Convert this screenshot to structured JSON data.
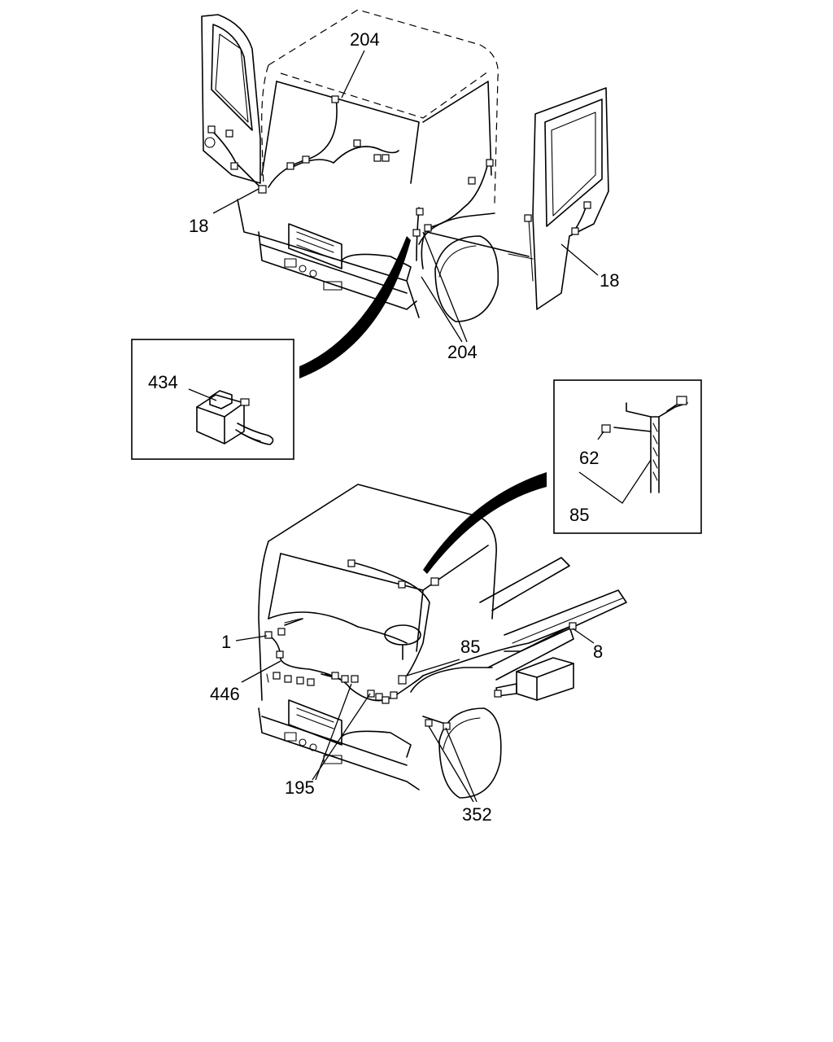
{
  "callouts": {
    "top_harness_204_a": "204",
    "top_harness_204_b": "204",
    "top_door_18_left": "18",
    "top_door_18_right": "18",
    "inset_connector_434": "434",
    "inset_clip_62": "62",
    "inset_harness_85": "85",
    "bottom_dash_harness_1": "1",
    "bottom_harness_85": "85",
    "bottom_chassis_8": "8",
    "bottom_harness_446": "446",
    "bottom_harness_195": "195",
    "bottom_harness_352": "352"
  }
}
